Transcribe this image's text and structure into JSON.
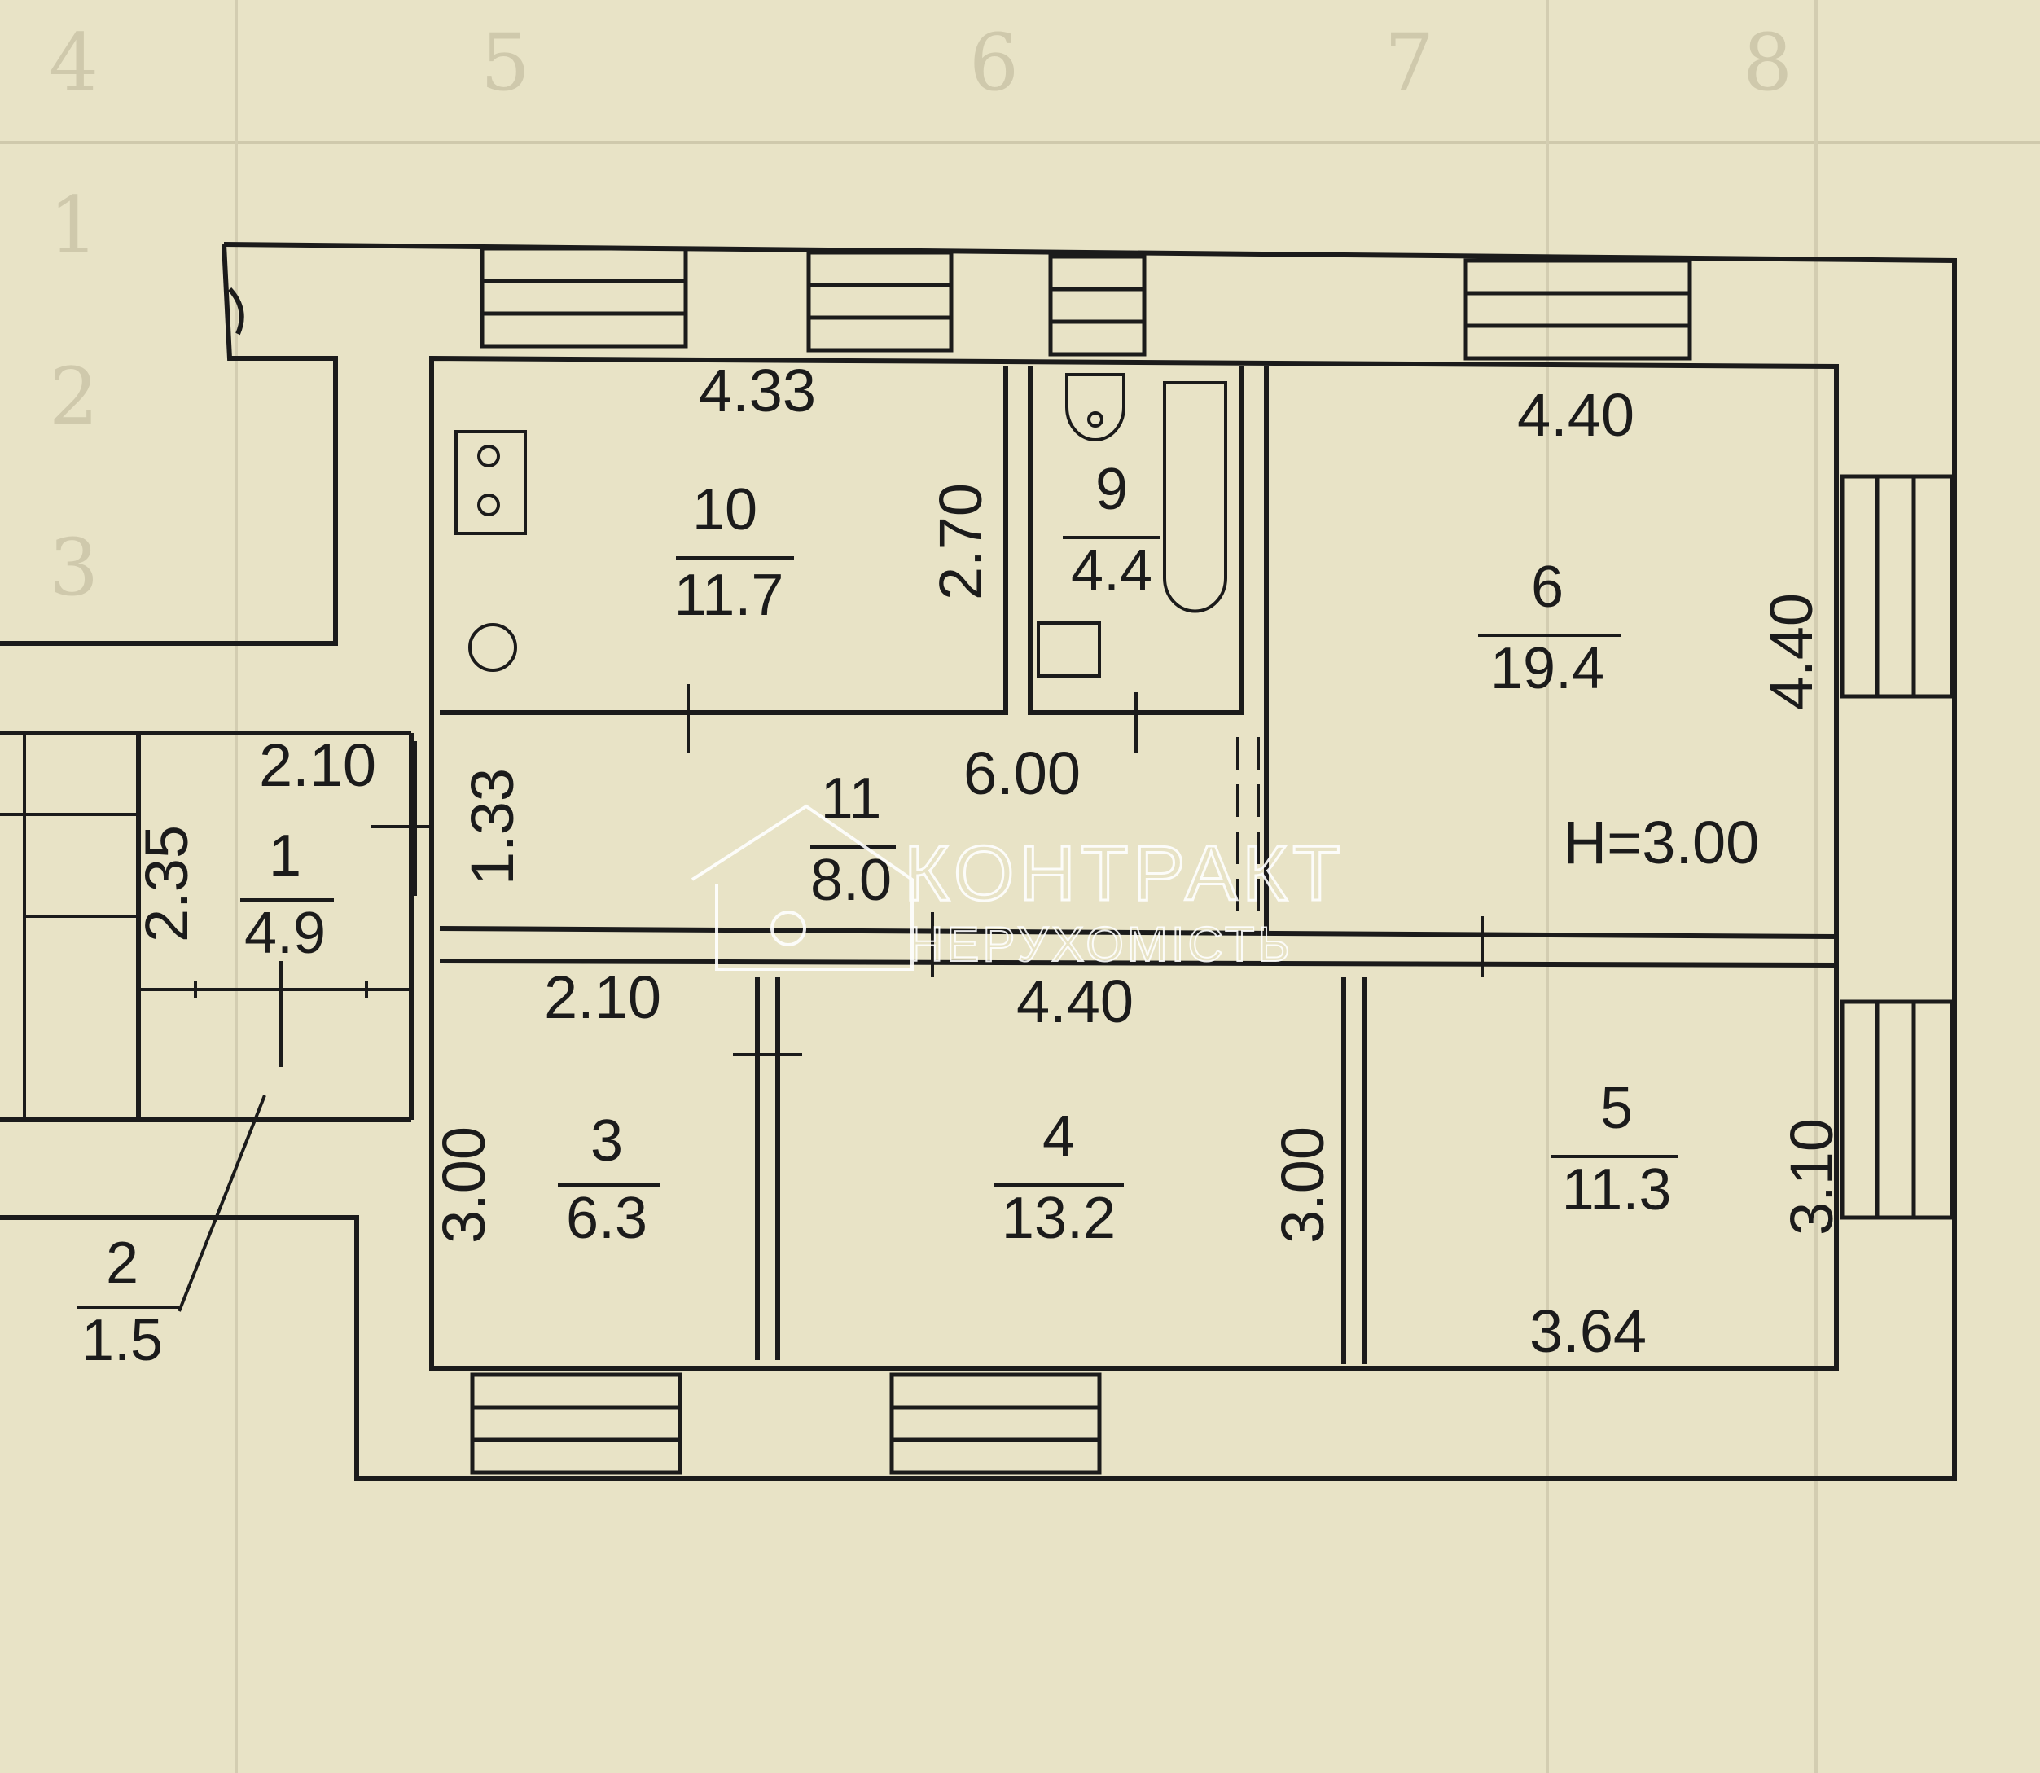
{
  "background_table": {
    "header_numbers": [
      "4",
      "5",
      "6",
      "7",
      "8"
    ],
    "row_numbers": [
      "1",
      "2",
      "3"
    ]
  },
  "ceiling_height": "H=3.00",
  "rooms": [
    {
      "id": "1",
      "area": "4.9"
    },
    {
      "id": "2",
      "area": "1.5"
    },
    {
      "id": "3",
      "area": "6.3"
    },
    {
      "id": "4",
      "area": "13.2"
    },
    {
      "id": "5",
      "area": "11.3"
    },
    {
      "id": "6",
      "area": "19.4"
    },
    {
      "id": "9",
      "area": "4.4"
    },
    {
      "id": "10",
      "area": "11.7"
    },
    {
      "id": "11",
      "area": "8.0"
    }
  ],
  "dimensions": {
    "room10_width": "4.33",
    "room10_depth": "2.70",
    "room6_width": "4.40",
    "room6_depth": "4.40",
    "corridor11_length": "6.00",
    "corridor11_width": "1.33",
    "room1_width": "2.10",
    "room1_depth": "2.35",
    "room3_width": "2.10",
    "room3_depth": "3.00",
    "room4_width": "4.40",
    "room4_depth": "3.00",
    "room5_width": "3.64",
    "room5_depth": "3.10"
  },
  "watermark": {
    "name": "КОНТРАКТ",
    "subtitle": "НЕРУХОМІСТЬ"
  }
}
